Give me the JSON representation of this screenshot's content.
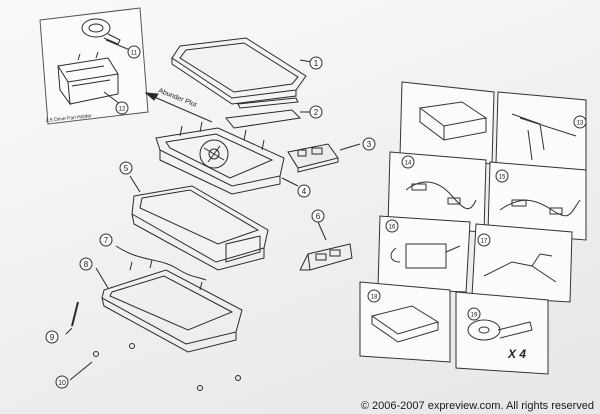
{
  "callouts": {
    "n1": "1",
    "n2": "2",
    "n3": "3",
    "n4": "4",
    "n5": "5",
    "n6": "6",
    "n7": "7",
    "n8": "8",
    "n9": "9",
    "n10": "10",
    "n11": "11",
    "n12": "12",
    "n13": "13",
    "n14": "14",
    "n15": "15",
    "n16": "16",
    "n17": "17",
    "n18": "18",
    "n19": "19"
  },
  "labels": {
    "insert_label": "2.5 Drive Fan Holder",
    "arrow_label": "Abunder Plot",
    "screw_qty": "X 4"
  },
  "credit": "© 2006-2007 expreview.com. All rights reserved"
}
